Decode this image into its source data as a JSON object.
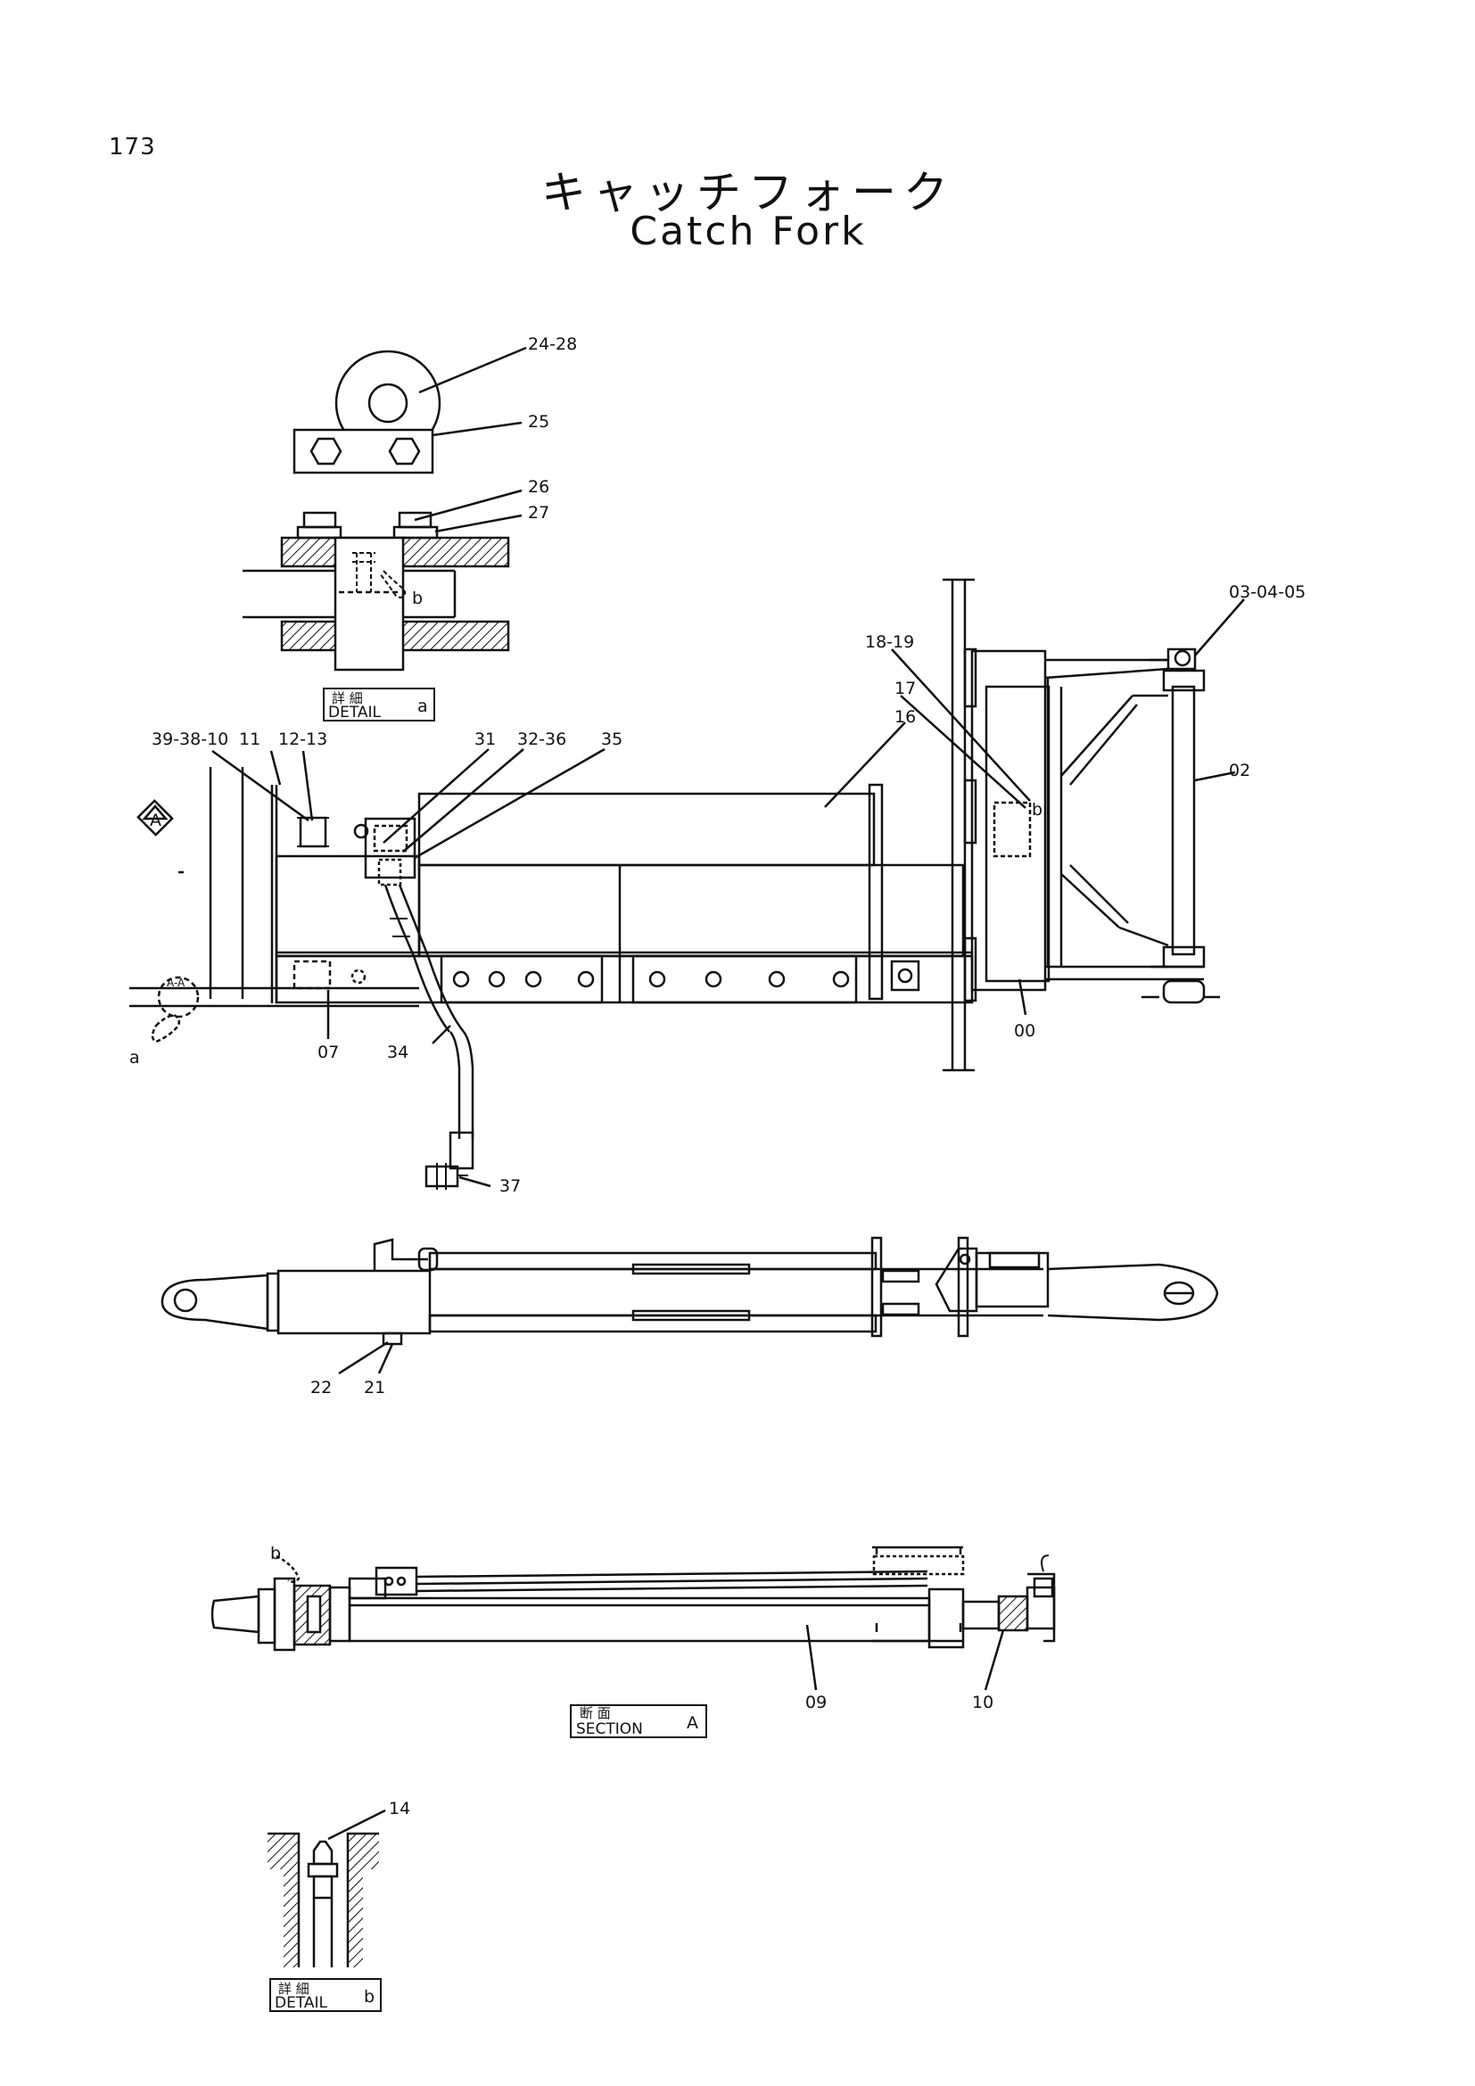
{
  "page_number": "173",
  "title": {
    "japanese": "キャッチフォーク",
    "english": "Catch Fork"
  },
  "detail_a": {
    "label_jp": "詳 細",
    "label_en": "DETAIL",
    "id": "a",
    "callouts": [
      "24-28",
      "25",
      "26",
      "27",
      "b"
    ]
  },
  "main_view": {
    "callouts": {
      "c_39_38_10": "39-38-10",
      "c_11": "11",
      "c_12_13": "12-13",
      "c_31": "31",
      "c_32_36": "32-36",
      "c_35": "35",
      "c_16": "16",
      "c_17": "17",
      "c_18_19": "18-19",
      "c_03_04_05": "03-04-05",
      "c_02": "02",
      "c_00": "00",
      "c_07": "07",
      "c_34": "34",
      "c_37": "37",
      "c_a": "a",
      "c_b": "b",
      "section_marker": "A",
      "section_cut": "A-A"
    }
  },
  "side_view": {
    "callouts": [
      "22",
      "21"
    ]
  },
  "section_a": {
    "label_jp": "断 面",
    "label_en": "SECTION",
    "id": "A",
    "callouts": [
      "b",
      "09",
      "10"
    ]
  },
  "detail_b": {
    "label_jp": "詳 細",
    "label_en": "DETAIL",
    "id": "b",
    "callouts": [
      "14"
    ]
  }
}
